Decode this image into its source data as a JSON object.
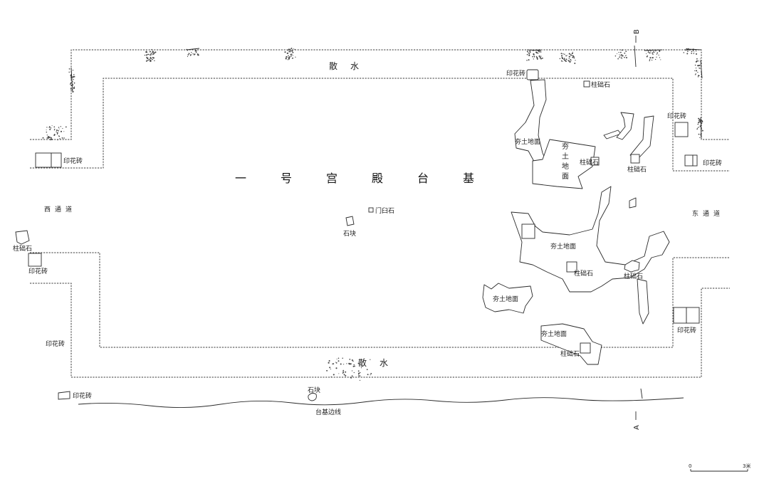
{
  "title": "一号宫殿台基",
  "markers": {
    "a": "A",
    "b": "B"
  },
  "scale": {
    "start": "0",
    "end": "3米"
  },
  "labels": {
    "sanshui_top": "散水",
    "sanshui_bottom": "散水",
    "west_passage": "西通道",
    "east_passage": "东通道",
    "door_socket_stone": "门臼石",
    "stone_block_center": "石块",
    "stone_block_bottom": "石块",
    "platform_edge_line": "台基边线",
    "rammed_earth_1": "夯土地面",
    "rammed_earth_2": "夯土地面",
    "rammed_earth_3": "夯土地面",
    "rammed_earth_4": "夯土地面",
    "rammed_earth_5": "夯土地面",
    "pillar_base_1": "柱础石",
    "pillar_base_2": "柱础石",
    "pillar_base_3": "柱础石",
    "pillar_base_4": "柱础石",
    "pillar_base_5": "柱础石",
    "pillar_base_6": "柱础石",
    "pillar_base_7": "柱础石",
    "printed_brick_1": "印花砖",
    "printed_brick_2": "印花砖",
    "printed_brick_3": "印花砖",
    "printed_brick_4": "印花砖",
    "printed_brick_5": "印花砖",
    "printed_brick_6": "印花砖",
    "printed_brick_7": "印花砖",
    "printed_brick_8": "印花砖"
  }
}
